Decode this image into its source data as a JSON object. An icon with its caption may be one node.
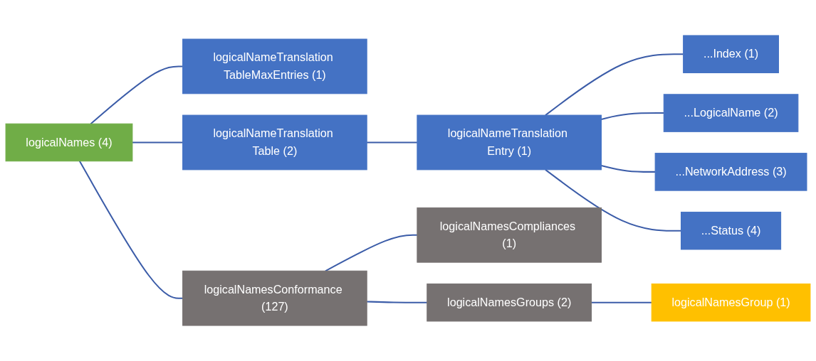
{
  "diagram": {
    "nodes": [
      {
        "text": [
          "logicalNames (4)"
        ]
      },
      {
        "text": [
          "logicalNameTranslation TableMaxEntries (1)"
        ]
      },
      {
        "text": [
          "logicalNameTranslation Table (2)"
        ]
      },
      {
        "text": [
          "logicalNameTranslation Entry (1)"
        ]
      },
      {
        "text": [
          "...Index (1)"
        ]
      },
      {
        "text": [
          "...LogicalName (2)"
        ]
      },
      {
        "text": [
          "...NetworkAddress (3)"
        ]
      },
      {
        "text": [
          "...Status (4)"
        ]
      },
      {
        "text": [
          "logicalNamesConformance (127)"
        ]
      },
      {
        "text": [
          "logicalNamesCompliances (1)"
        ]
      },
      {
        "text": [
          "logicalNamesGroups (2)"
        ]
      },
      {
        "text": [
          "logicalNamesGroup (1)"
        ]
      }
    ],
    "edges": [
      {
        "from": 0,
        "to": 1,
        "arrow": "none"
      },
      {
        "from": 0,
        "to": 2,
        "arrow": "none"
      },
      {
        "from": 0,
        "to": 8,
        "arrow": "none"
      },
      {
        "from": 2,
        "to": 3,
        "arrow": "none"
      },
      {
        "from": 3,
        "to": 4,
        "arrow": "none"
      },
      {
        "from": 3,
        "to": 5,
        "arrow": "none"
      },
      {
        "from": 3,
        "to": 6,
        "arrow": "none"
      },
      {
        "from": 3,
        "to": 7,
        "arrow": "none"
      },
      {
        "from": 8,
        "to": 9,
        "arrow": "none"
      },
      {
        "from": 8,
        "to": 10,
        "arrow": "none"
      },
      {
        "from": 10,
        "to": 11,
        "arrow": "none"
      }
    ]
  }
}
